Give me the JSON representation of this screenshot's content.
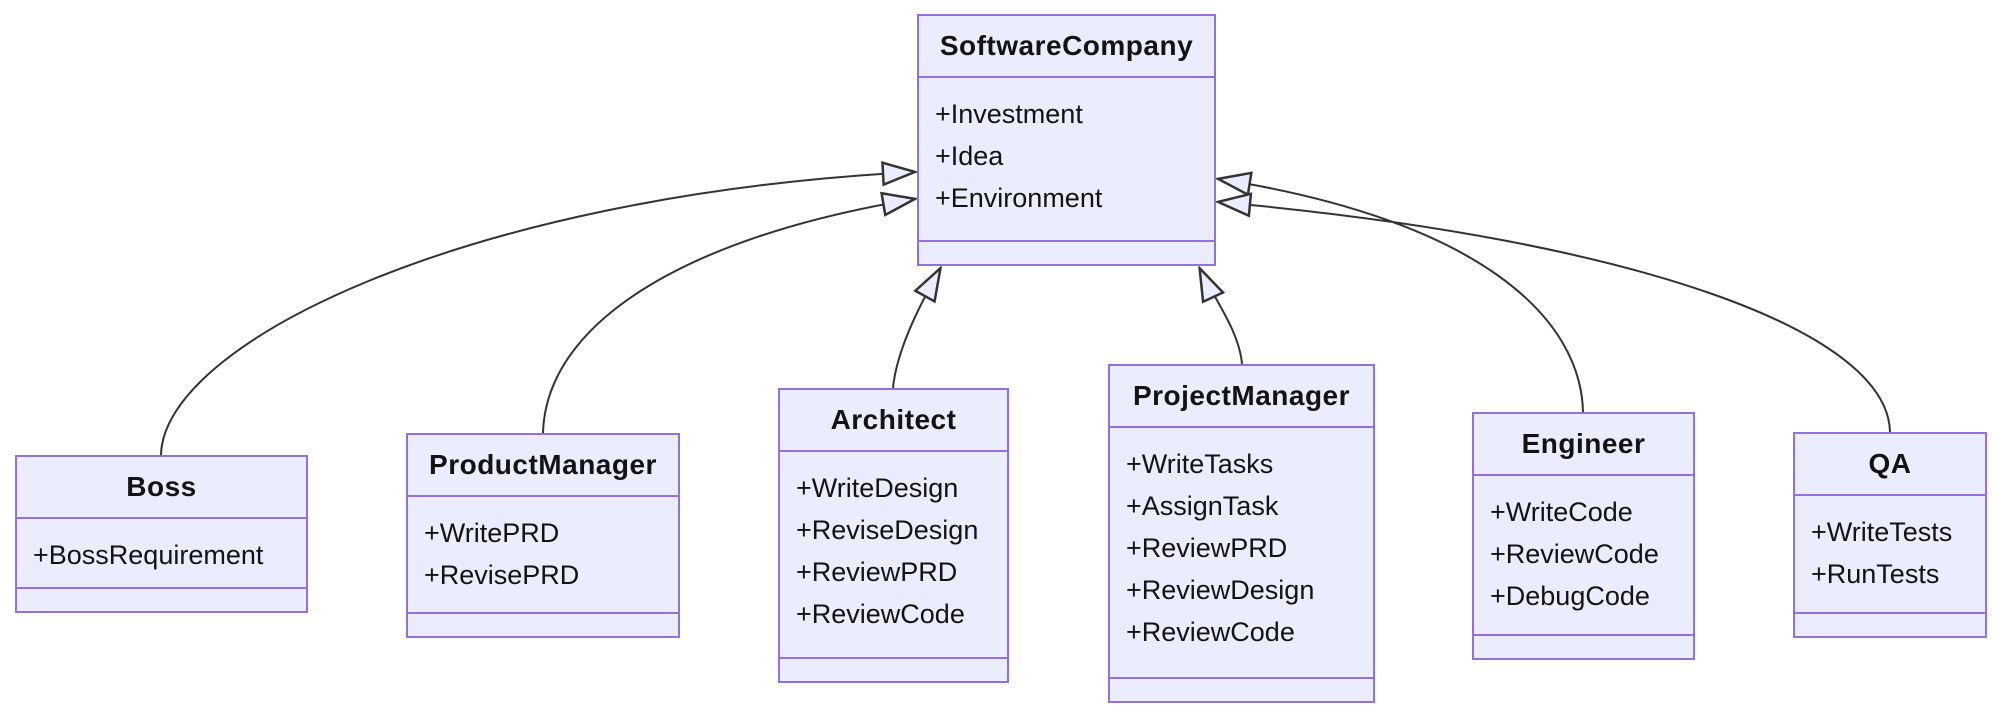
{
  "diagram": {
    "type": "uml-class-diagram",
    "colors": {
      "node_fill": "#ECECFF",
      "node_border": "#9370DB",
      "edge_line": "#333333",
      "arrowhead_fill": "#ECECFF",
      "text": "#131313",
      "background": "#ffffff"
    },
    "classes": [
      {
        "name": "SoftwareCompany",
        "members": [
          "+Investment",
          "+Idea",
          "+Environment"
        ],
        "methods": []
      },
      {
        "name": "Boss",
        "members": [
          "+BossRequirement"
        ],
        "methods": []
      },
      {
        "name": "ProductManager",
        "members": [
          "+WritePRD",
          "+RevisePRD"
        ],
        "methods": []
      },
      {
        "name": "Architect",
        "members": [
          "+WriteDesign",
          "+ReviseDesign",
          "+ReviewPRD",
          "+ReviewCode"
        ],
        "methods": []
      },
      {
        "name": "ProjectManager",
        "members": [
          "+WriteTasks",
          "+AssignTask",
          "+ReviewPRD",
          "+ReviewDesign",
          "+ReviewCode"
        ],
        "methods": []
      },
      {
        "name": "Engineer",
        "members": [
          "+WriteCode",
          "+ReviewCode",
          "+DebugCode"
        ],
        "methods": []
      },
      {
        "name": "QA",
        "members": [
          "+WriteTests",
          "+RunTests"
        ],
        "methods": []
      }
    ],
    "relations": [
      {
        "from": "Boss",
        "to": "SoftwareCompany",
        "type": "inheritance",
        "arrowhead": "hollow-triangle"
      },
      {
        "from": "ProductManager",
        "to": "SoftwareCompany",
        "type": "inheritance",
        "arrowhead": "hollow-triangle"
      },
      {
        "from": "Architect",
        "to": "SoftwareCompany",
        "type": "inheritance",
        "arrowhead": "hollow-triangle"
      },
      {
        "from": "ProjectManager",
        "to": "SoftwareCompany",
        "type": "inheritance",
        "arrowhead": "hollow-triangle"
      },
      {
        "from": "Engineer",
        "to": "SoftwareCompany",
        "type": "inheritance",
        "arrowhead": "hollow-triangle"
      },
      {
        "from": "QA",
        "to": "SoftwareCompany",
        "type": "inheritance",
        "arrowhead": "hollow-triangle"
      }
    ]
  }
}
